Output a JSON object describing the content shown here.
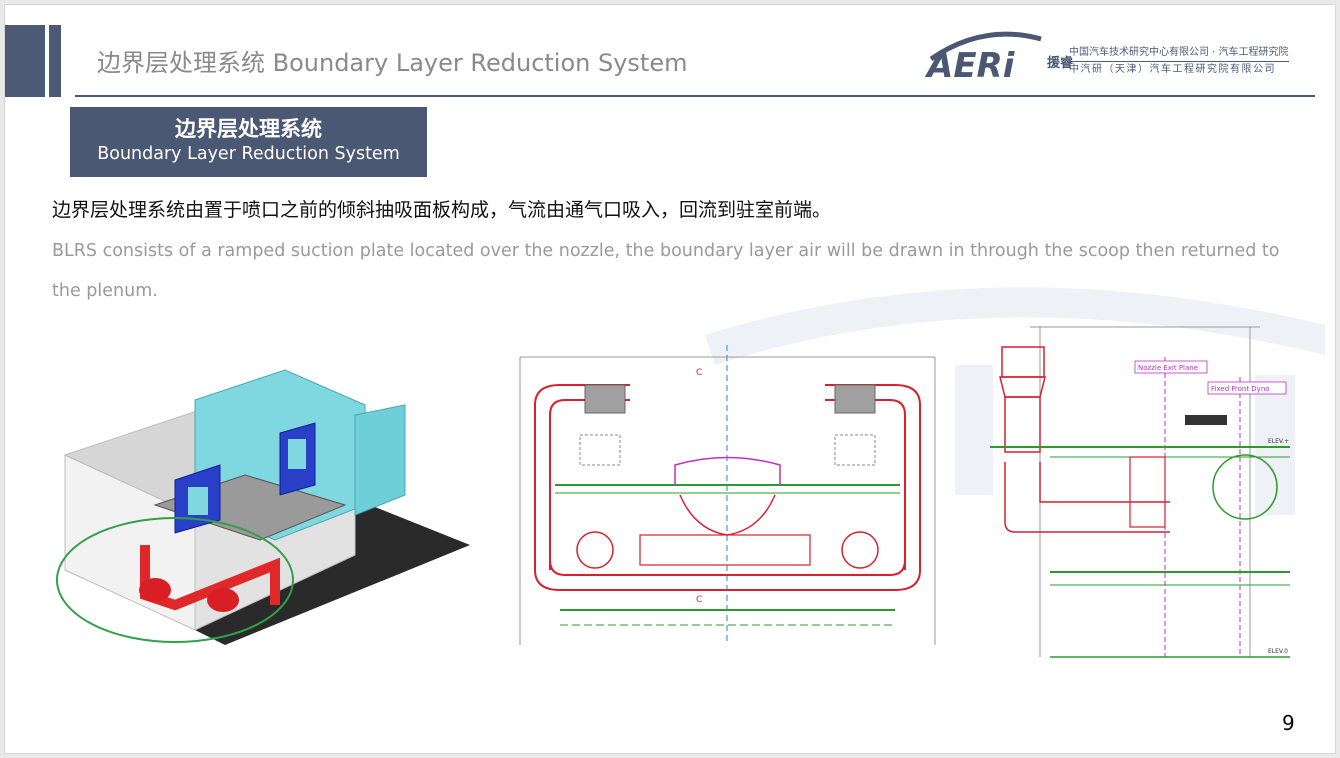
{
  "header": {
    "title": "边界层处理系统 Boundary Layer Reduction System",
    "logo_text": "AERi",
    "logo_cn": "援睿",
    "org_line1": "中国汽车技术研究中心有限公司 · 汽车工程研究院",
    "org_line2": "中汽研（天津）汽车工程研究院有限公司"
  },
  "badge": {
    "title_zh": "边界层处理系统",
    "title_en": "Boundary Layer Reduction System"
  },
  "description": {
    "zh": "边界层处理系统由置于喷口之前的倾斜抽吸面板构成，气流由通气口吸入，回流到驻室前端。",
    "en": "BLRS consists of a ramped suction plate located over the nozzle, the boundary layer air will be drawn in through the scoop then returned to the plenum."
  },
  "drawings": {
    "plan_label_top": "C",
    "plan_label_bottom": "C",
    "section_label_nozzle": "Nozzle Exit Plane",
    "section_label_dyno": "Fixed Front Dyno",
    "section_label_elev_top": "ELEV.+",
    "section_label_elev_bottom": "ELEV.0"
  },
  "colors": {
    "accent": "#4a5873",
    "duct_red": "#d8202f",
    "drawing_green": "#2e9a2e",
    "highlight_circle": "#33a04a"
  },
  "page": {
    "number": "9"
  }
}
